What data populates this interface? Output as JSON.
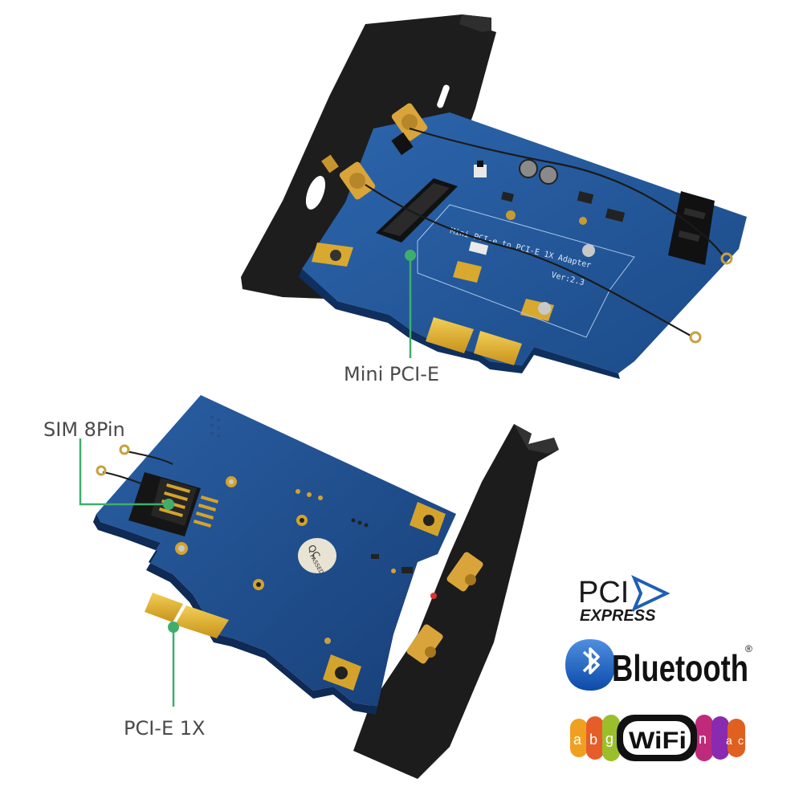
{
  "callouts": {
    "mini_pcie": "Mini PCI-E",
    "sim_8pin": "SIM 8Pin",
    "pcie_1x": "PCI-E 1X"
  },
  "logos": {
    "pci_express": {
      "line1": "PCI",
      "line2": "EXPRESS"
    },
    "bluetooth": {
      "text": "Bluetooth",
      "mark": "®"
    },
    "wifi": {
      "text": "WiFi",
      "bands_left": [
        "a",
        "b",
        "g"
      ],
      "bands_right": [
        "n",
        "ac"
      ]
    }
  },
  "board_print": {
    "top_title": "Mini PCI-e to PCI-E 1X Adapter",
    "top_version": "Ver:2.3",
    "qc_text": "QC",
    "qc_sub": "PASSED"
  },
  "colors": {
    "pcb": "#1f4f8f",
    "pcb_dark": "#173d70",
    "gold": "#e0b030",
    "bracket": "#1a1a1a",
    "callout_line": "#3fae6b",
    "callout_dot": "#3fae6b",
    "label": "#4a4a4a"
  }
}
